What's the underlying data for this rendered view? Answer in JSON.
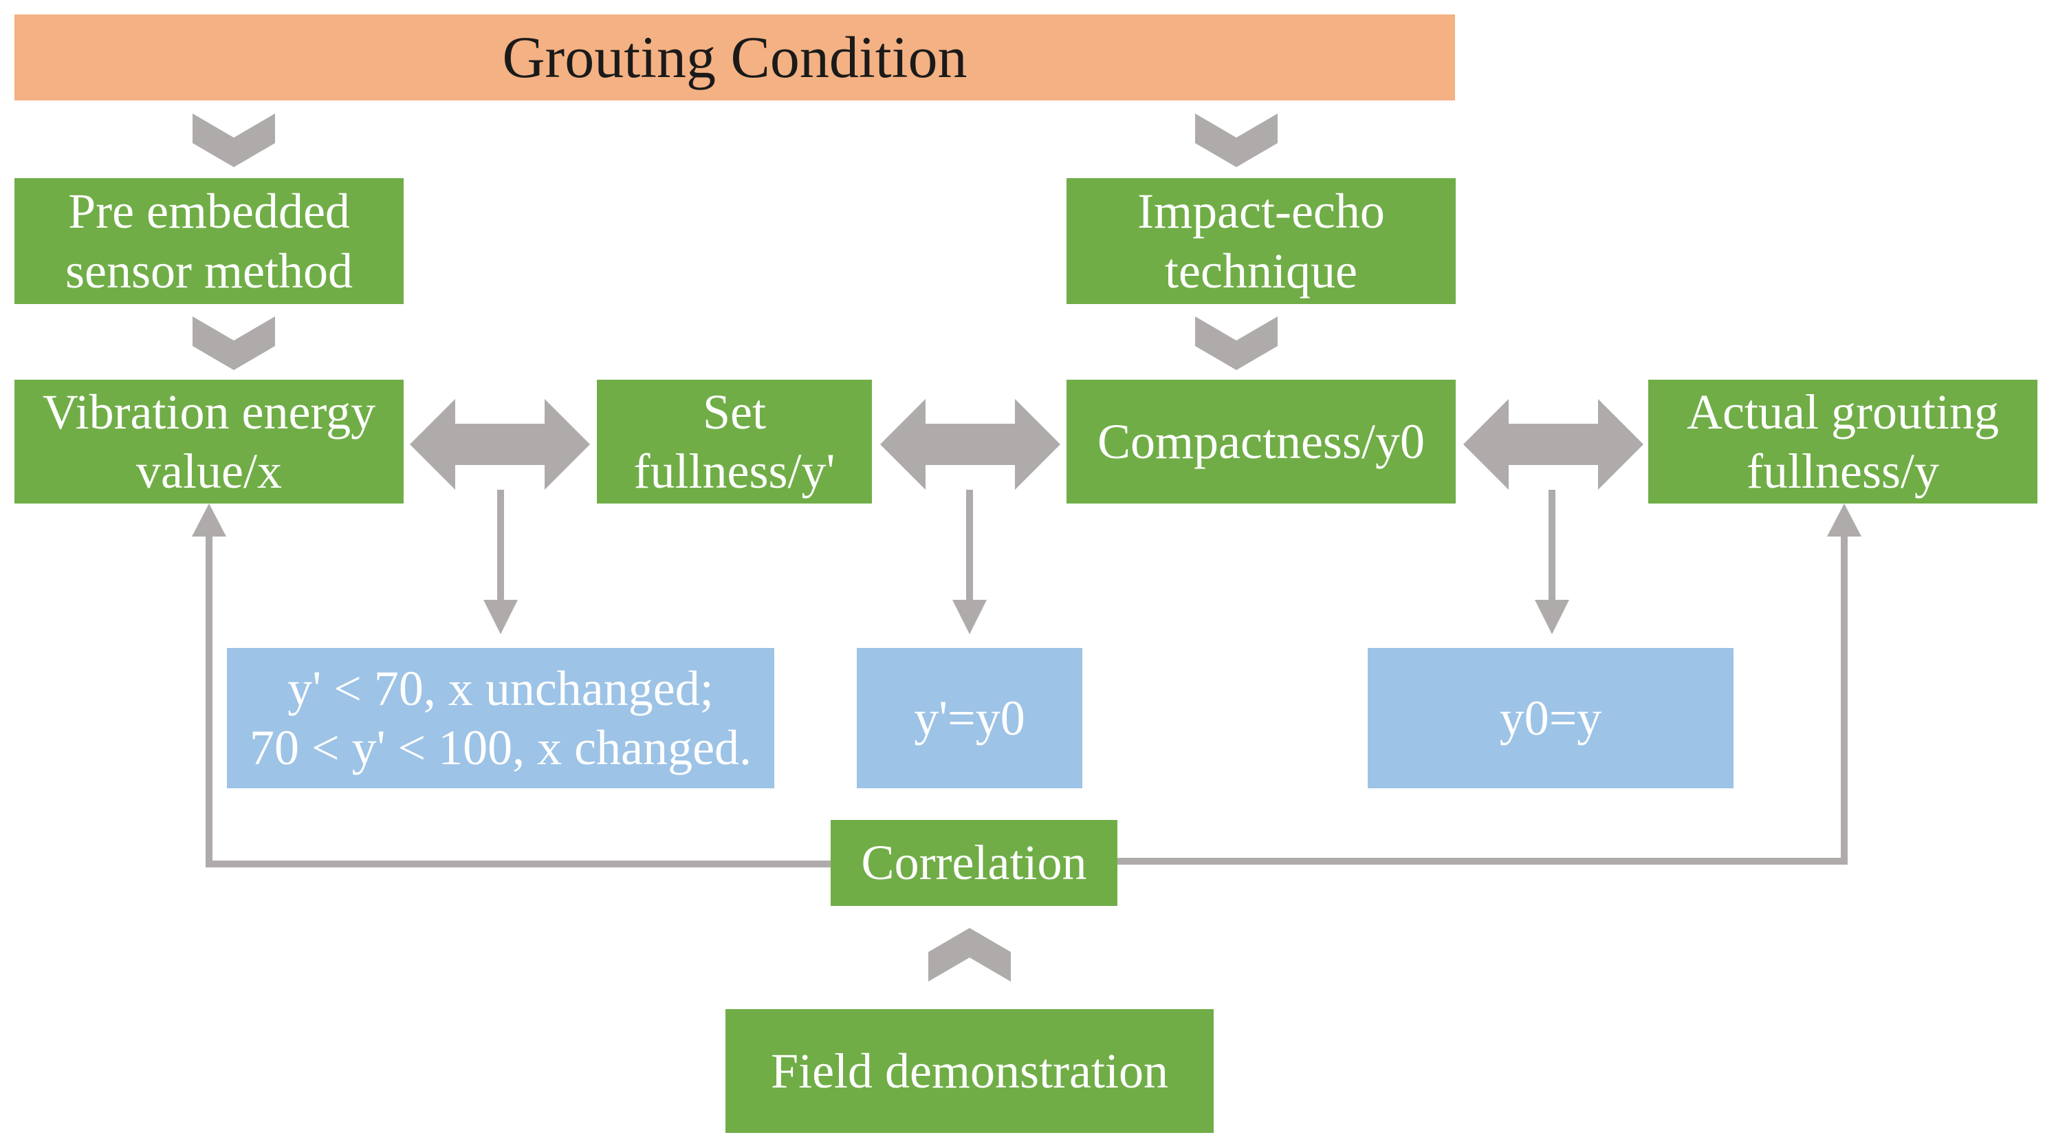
{
  "colors": {
    "title_fill": "#F4B183",
    "green_fill": "#70AD47",
    "blue_fill": "#9DC3E6",
    "arrow_fill": "#AFABAB",
    "line_stroke": "#AFABAB",
    "text_light": "#FFFFFF",
    "text_dark": "#1A1A1A"
  },
  "header": {
    "title": "Grouting Condition"
  },
  "methods": {
    "pre_embedded": [
      "Pre embedded",
      "sensor method"
    ],
    "impact_echo": [
      "Impact-echo",
      "technique"
    ]
  },
  "values": {
    "vibration": [
      "Vibration energy",
      "value/x"
    ],
    "set_fullness": [
      "Set",
      "fullness/y'"
    ],
    "compactness": "Compactness/y0",
    "actual": [
      "Actual grouting",
      "fullness/y"
    ]
  },
  "relations": {
    "rule_xy": [
      "y' < 70, x unchanged;",
      "70 <  y' < 100, x changed."
    ],
    "eq_1": "y'=y0",
    "eq_2": "y0=y"
  },
  "correlation": "Correlation",
  "field": "Field demonstration"
}
